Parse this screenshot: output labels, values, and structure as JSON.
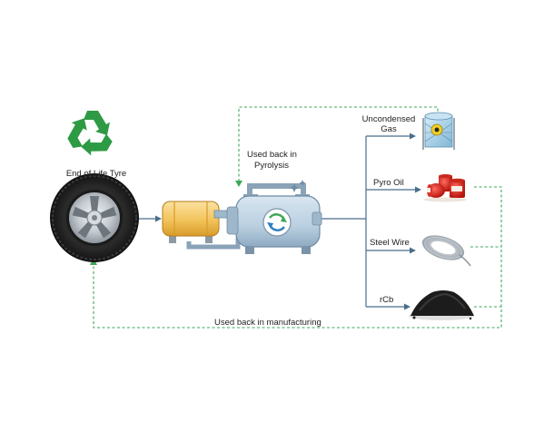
{
  "labels": {
    "end_of_life_tyre": "End of Life Tyre",
    "used_back_pyrolysis_line1": "Used back in",
    "used_back_pyrolysis_line2": "Pyrolysis",
    "uncondensed_line1": "Uncondensed",
    "uncondensed_line2": "Gas",
    "pyro_oil": "Pyro Oil",
    "steel_wire": "Steel Wire",
    "rcb": "rCb",
    "used_back_manufacturing": "Used back in manufacturing"
  },
  "colors": {
    "green_loop": "#3da65a",
    "recycle_green": "#2e9a44",
    "flow_line": "#4a6d8c",
    "tank_yellow": "#f2c35a",
    "reactor_blue": "#b9cfe0"
  },
  "icons": [
    "recycle-icon",
    "tyre-icon",
    "fuel-tank-icon",
    "pyrolysis-reactor-icon",
    "gas-tank-icon",
    "oil-barrels-icon",
    "steel-wire-coil-icon",
    "carbon-black-pile-icon"
  ]
}
